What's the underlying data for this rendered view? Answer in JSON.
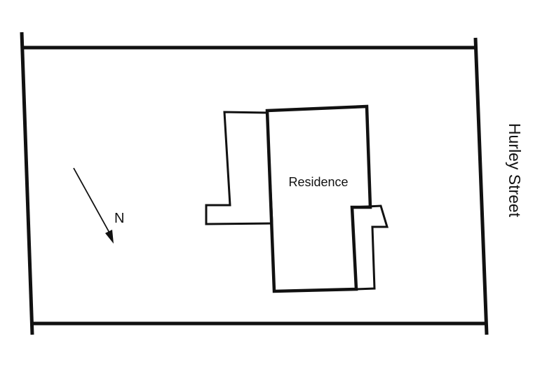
{
  "building": {
    "label": "Residence"
  },
  "north_arrow": {
    "label": "N"
  },
  "street": {
    "name": "Hurley Street"
  }
}
